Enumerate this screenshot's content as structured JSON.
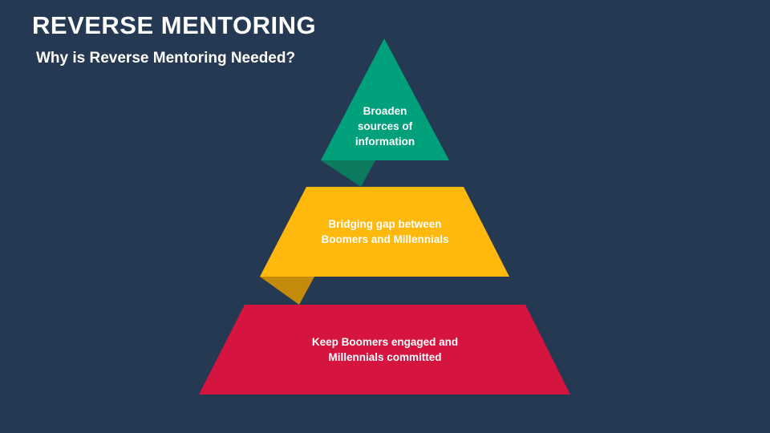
{
  "slide": {
    "title": "REVERSE MENTORING",
    "subtitle": "Why is Reverse Mentoring Needed?"
  },
  "pyramid": {
    "tiers": [
      {
        "label": "Broaden\nsources of\ninformation",
        "color": "#00A07A",
        "shadow_color": "#0C7A5E"
      },
      {
        "label": "Bridging gap between\nBoomers and Millennials",
        "color": "#FFB80C",
        "shadow_color": "#C48A0A"
      },
      {
        "label": "Keep Boomers engaged and\nMillennials committed",
        "color": "#D5153F"
      }
    ]
  },
  "colors": {
    "background": "#253952",
    "text": "#FFFFFF"
  }
}
